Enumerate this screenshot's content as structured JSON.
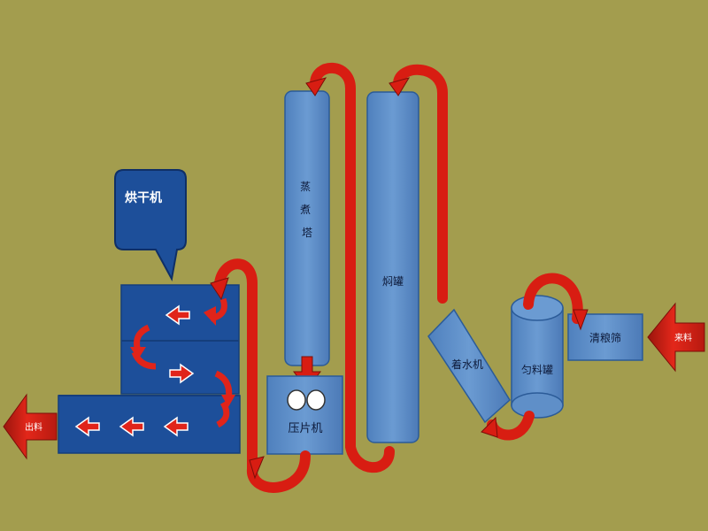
{
  "diagram": {
    "background": "#a39d4e",
    "colors": {
      "arrow_red": "#d81d12",
      "arrow_dark": "#8f120c",
      "box_dark_blue": "#1d4f9a",
      "box_light_blue": "#5f8fc8",
      "text_dark": "#0d1a3a",
      "text_white": "#ffffff"
    },
    "labels": {
      "dryer": "烘干机",
      "steam_tower": "蒸\n煮\n塔",
      "stew_tank": "焖罐",
      "press": "压片机",
      "water_machine": "着水机",
      "mix_tank": "匀料罐",
      "cleaning_screen": "清粮筛",
      "input": "来料",
      "output": "出料"
    }
  }
}
